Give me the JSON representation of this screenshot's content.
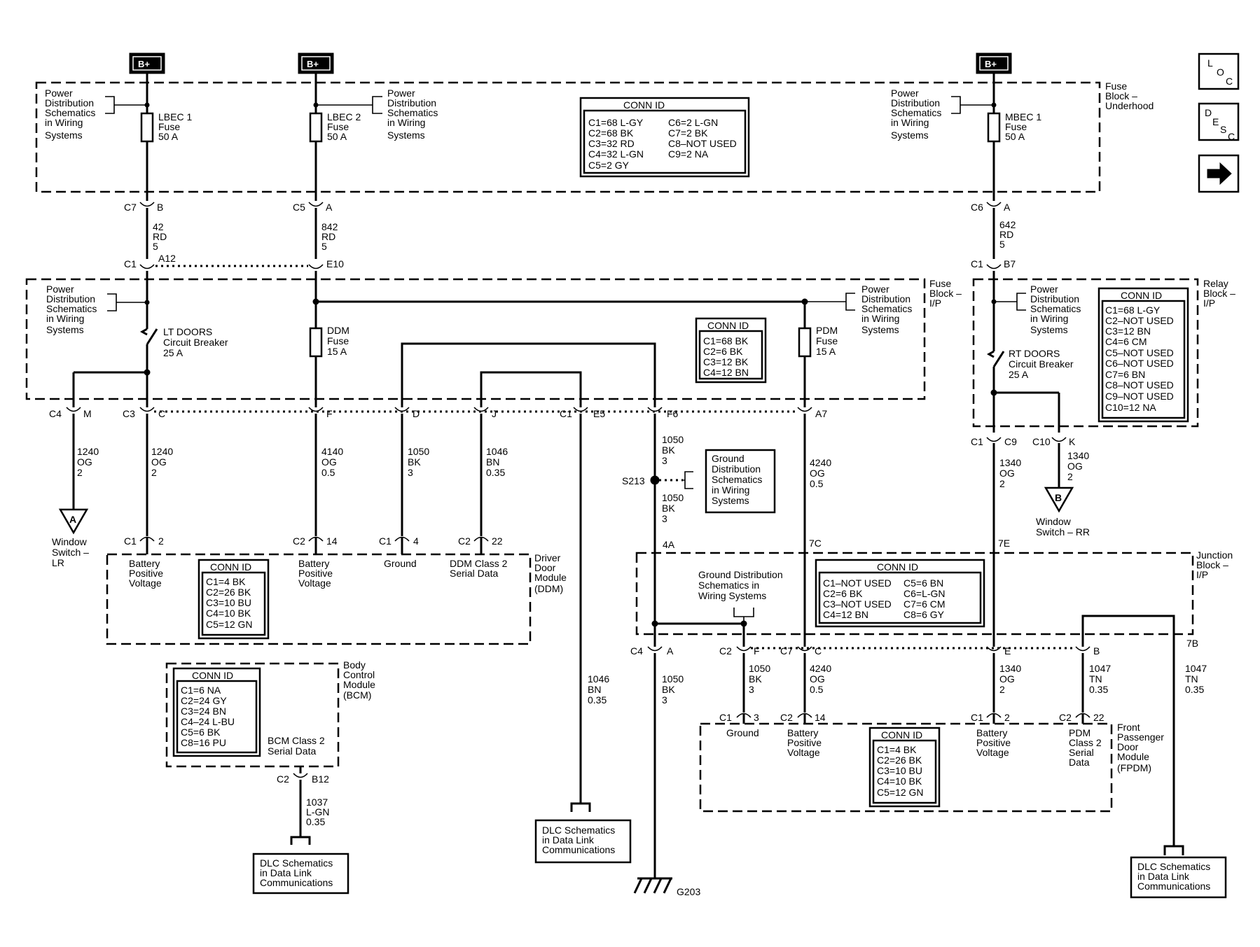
{
  "nav": {
    "loc_1": "L",
    "loc_2": "O",
    "loc_3": "C",
    "desc_1": "D",
    "desc_2": "E",
    "desc_3": "S",
    "desc_4": "C"
  },
  "terminals": {
    "bplus": "B+"
  },
  "fuse_block_underhood": {
    "l1": "Fuse",
    "l2": "Block –",
    "l3": "Underhood"
  },
  "fuse_block_ip": {
    "l1": "Fuse",
    "l2": "Block –",
    "l3": "I/P"
  },
  "relay_block_ip": {
    "l1": "Relay",
    "l2": "Block –",
    "l3": "I/P"
  },
  "junction_block_ip": {
    "l1": "Junction",
    "l2": "Block –",
    "l3": "I/P"
  },
  "fuses": {
    "lbec1": {
      "l1": "LBEC 1",
      "l2": "Fuse",
      "l3": "50 A"
    },
    "lbec2": {
      "l1": "LBEC 2",
      "l2": "Fuse",
      "l3": "50 A"
    },
    "mbec1": {
      "l1": "MBEC 1",
      "l2": "Fuse",
      "l3": "50 A"
    },
    "ddm": {
      "l1": "DDM",
      "l2": "Fuse",
      "l3": "15 A"
    },
    "pdm": {
      "l1": "PDM",
      "l2": "Fuse",
      "l3": "15 A"
    }
  },
  "breakers": {
    "lt": {
      "l1": "LT DOORS",
      "l2": "Circuit Breaker",
      "l3": "25 A"
    },
    "rt": {
      "l1": "RT DOORS",
      "l2": "Circuit Breaker",
      "l3": "25 A"
    }
  },
  "refs": {
    "power_dist": {
      "l1": "Power",
      "l2": "Distribution",
      "l3": "Schematics",
      "l4": "in Wiring",
      "l5": "Systems"
    },
    "ground_dist": {
      "l1": "Ground",
      "l2": "Distribution",
      "l3": "Schematics",
      "l4": "in Wiring",
      "l5": "Systems"
    },
    "ground_dist_jb": {
      "l1": "Ground Distribution",
      "l2": "Schematics in",
      "l3": "Wiring Systems"
    },
    "dlc": {
      "l1": "DLC Schematics",
      "l2": "in Data Link",
      "l3": "Communications"
    },
    "window_lr": {
      "letter": "A",
      "l1": "Window",
      "l2": "Switch –",
      "l3": "LR"
    },
    "window_rr": {
      "letter": "B",
      "l1": "Window",
      "l2": "Switch – RR"
    }
  },
  "conn_underhood": {
    "title": "CONN ID",
    "r1a": "C1=68 L-GY",
    "r1b": "C6=2 L-GN",
    "r2a": "C2=68 BK",
    "r2b": "C7=2 BK",
    "r3a": "C3=32 RD",
    "r3b": "C8–NOT USED",
    "r4a": "C4=32 L-GN",
    "r4b": "C9=2 NA",
    "r5a": "C5=2 GY"
  },
  "conn_fuse_ip": {
    "title": "CONN ID",
    "r1": "C1=68 BK",
    "r2": "C2=6 BK",
    "r3": "C3=12 BK",
    "r4": "C4=12 BN"
  },
  "conn_relay_ip": {
    "title": "CONN ID",
    "r1": "C1=68 L-GY",
    "r2": "C2–NOT USED",
    "r3": "C3=12 BN",
    "r4": "C4=6 CM",
    "r5": "C5–NOT USED",
    "r6": "C6–NOT USED",
    "r7": "C7=6 BN",
    "r8": "C8–NOT USED",
    "r9": "C9–NOT USED",
    "r10": "C10=12 NA"
  },
  "conn_ddm": {
    "title": "CONN ID",
    "r1": "C1=4 BK",
    "r2": "C2=26 BK",
    "r3": "C3=10 BU",
    "r4": "C4=10 BK",
    "r5": "C5=12 GN"
  },
  "conn_bcm": {
    "title": "CONN ID",
    "r1": "C1=6 NA",
    "r2": "C2=24 GY",
    "r3": "C3=24 BN",
    "r4": "C4–24 L-BU",
    "r5": "C5=6 BK",
    "r6": "C8=16 PU"
  },
  "conn_jb": {
    "title": "CONN ID",
    "r1a": "C1–NOT USED",
    "r1b": "C5=6 BN",
    "r2a": "C2=6 BK",
    "r2b": "C6=L-GN",
    "r3a": "C3–NOT USED",
    "r3b": "C7=6 CM",
    "r4a": "C4=12 BN",
    "r4b": "C8=6 GY"
  },
  "conn_fpdm": {
    "title": "CONN ID",
    "r1": "C1=4 BK",
    "r2": "C2=26 BK",
    "r3": "C3=10 BU",
    "r4": "C4=10 BK",
    "r5": "C5=12 GN"
  },
  "connectors": {
    "c1": "C1",
    "c2": "C2",
    "c3": "C3",
    "c4": "C4",
    "c5": "C5",
    "c6": "C6",
    "c7": "C7",
    "c9": "C9",
    "c10": "C10",
    "a": "A",
    "b": "B",
    "c": "C",
    "d": "D",
    "e": "E",
    "f": "F",
    "j": "J",
    "k": "K",
    "m": "M",
    "a7": "A7",
    "a12": "A12",
    "b7": "B7",
    "e5": "E5",
    "e10": "E10",
    "f6": "F6"
  },
  "pins": {
    "p2": "2",
    "p3": "3",
    "p4": "4",
    "p14": "14",
    "p22": "22",
    "b12": "B12",
    "p4a": "4A",
    "p7b": "7B",
    "p7c": "7C",
    "p7e": "7E"
  },
  "wires": {
    "w42": {
      "l1": "42",
      "l2": "RD",
      "l3": "5"
    },
    "w842": {
      "l1": "842",
      "l2": "RD",
      "l3": "5"
    },
    "w642": {
      "l1": "642",
      "l2": "RD",
      "l3": "5"
    },
    "w1240": {
      "l1": "1240",
      "l2": "OG",
      "l3": "2"
    },
    "w4140": {
      "l1": "4140",
      "l2": "OG",
      "l3": "0.5"
    },
    "w1050": {
      "l1": "1050",
      "l2": "BK",
      "l3": "3"
    },
    "w1046": {
      "l1": "1046",
      "l2": "BN",
      "l3": "0.35"
    },
    "w4240": {
      "l1": "4240",
      "l2": "OG",
      "l3": "0.5"
    },
    "w1340": {
      "l1": "1340",
      "l2": "OG",
      "l3": "2"
    },
    "w1047": {
      "l1": "1047",
      "l2": "TN",
      "l3": "0.35"
    },
    "w1037": {
      "l1": "1037",
      "l2": "L-GN",
      "l3": "0.35"
    }
  },
  "splices": {
    "s213": "S213"
  },
  "grounds": {
    "g203": "G203"
  },
  "functions": {
    "battery_pos": {
      "l1": "Battery",
      "l2": "Positive",
      "l3": "Voltage"
    },
    "ground": "Ground",
    "ddm_serial": {
      "l1": "DDM Class 2",
      "l2": "Serial Data"
    },
    "bcm_serial": {
      "l1": "BCM Class 2",
      "l2": "Serial Data"
    },
    "pdm_serial": {
      "l1": "PDM",
      "l2": "Class 2",
      "l3": "Serial",
      "l4": "Data"
    }
  },
  "ddm": {
    "l1": "Driver",
    "l2": "Door",
    "l3": "Module",
    "l4": "(DDM)"
  },
  "bcm": {
    "l1": "Body",
    "l2": "Control",
    "l3": "Module",
    "l4": "(BCM)"
  },
  "fpdm": {
    "l1": "Front",
    "l2": "Passenger",
    "l3": "Door",
    "l4": "Module",
    "l5": "(FPDM)"
  }
}
